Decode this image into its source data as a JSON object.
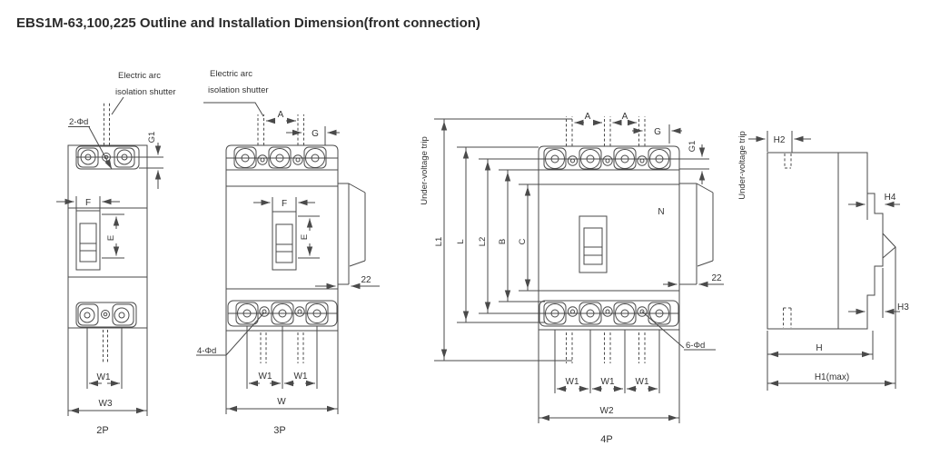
{
  "title": "EBS1M-63,100,225 Outline and Installation Dimension(front connection)",
  "p2": {
    "caption": "2P",
    "arc_label1": "Electric arc",
    "arc_label2": "isolation shutter",
    "hole": "2-Φd",
    "g1": "G1",
    "f": "F",
    "e": "E",
    "w1": "W1",
    "w3": "W3"
  },
  "p3": {
    "caption": "3P",
    "arc_label1": "Electric arc",
    "arc_label2": "isolation shutter",
    "hole": "4-Φd",
    "a": "A",
    "g": "G",
    "f": "F",
    "e": "E",
    "d22": "22",
    "w1_left": "W1",
    "w1_right": "W1",
    "w": "W"
  },
  "p4": {
    "caption": "4P",
    "uvt": "Under-voltage trip",
    "hole": "6-Φd",
    "n": "N",
    "a1": "A",
    "a2": "A",
    "g": "G",
    "g1": "G1",
    "l1": "L1",
    "l": "L",
    "l2": "L2",
    "b": "B",
    "c": "C",
    "d22": "22",
    "w1_1": "W1",
    "w1_2": "W1",
    "w1_3": "W1",
    "w2": "W2"
  },
  "side": {
    "uvt": "Under-voltage trip",
    "h2": "H2",
    "h4": "H4",
    "h3": "H3",
    "h": "H",
    "h1max": "H1(max)"
  },
  "colors": {
    "line": "#4a4a4a",
    "text": "#333333",
    "background": "#ffffff"
  }
}
